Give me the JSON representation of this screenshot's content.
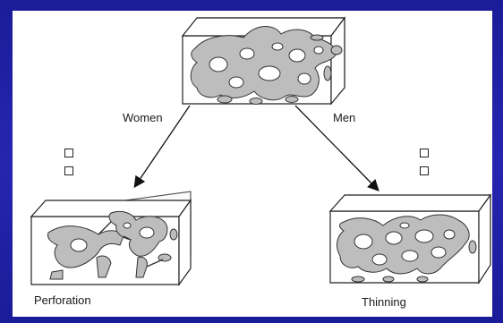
{
  "diagram": {
    "labels": {
      "left_branch": "Women",
      "right_branch": "Men",
      "left_result": "Perforation",
      "right_result": "Thinning"
    },
    "colors": {
      "background": "#1d1f9e",
      "panel": "#ffffff",
      "bone": "#bdbdbd",
      "stroke": "#222222"
    }
  }
}
